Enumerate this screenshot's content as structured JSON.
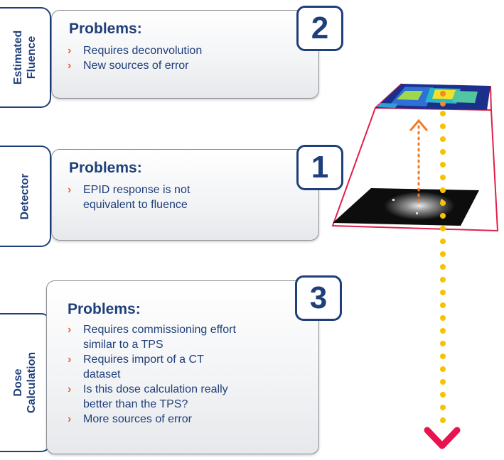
{
  "panels": [
    {
      "id": "estimated-fluence",
      "side_label_lines": [
        "Estimated",
        "Fluence"
      ],
      "number": "2",
      "title": "Problems:",
      "bullets": [
        "Requires deconvolution",
        "New sources of error"
      ]
    },
    {
      "id": "detector",
      "side_label_lines": [
        "Detector"
      ],
      "number": "1",
      "title": "Problems:",
      "bullets": [
        "EPID response is not",
        "equivalent to fluence"
      ]
    },
    {
      "id": "dose-calculation",
      "side_label_lines": [
        "Dose",
        "Calculation"
      ],
      "number": "3",
      "title": "Problems:",
      "bullets": [
        "Requires commissioning effort",
        "similar to a TPS",
        "Requires import of a CT",
        "dataset",
        "Is this dose calculation really",
        "better than the TPS?",
        "More sources of error"
      ]
    }
  ],
  "colors": {
    "navy": "#1f3f7a",
    "bullet_orange": "#e9672a",
    "frustum_red": "#e0204a",
    "dots_yellow": "#f5c400",
    "arrow_red": "#e8134f"
  },
  "icons": [
    "chevron-right-icon",
    "down-arrow-icon"
  ]
}
